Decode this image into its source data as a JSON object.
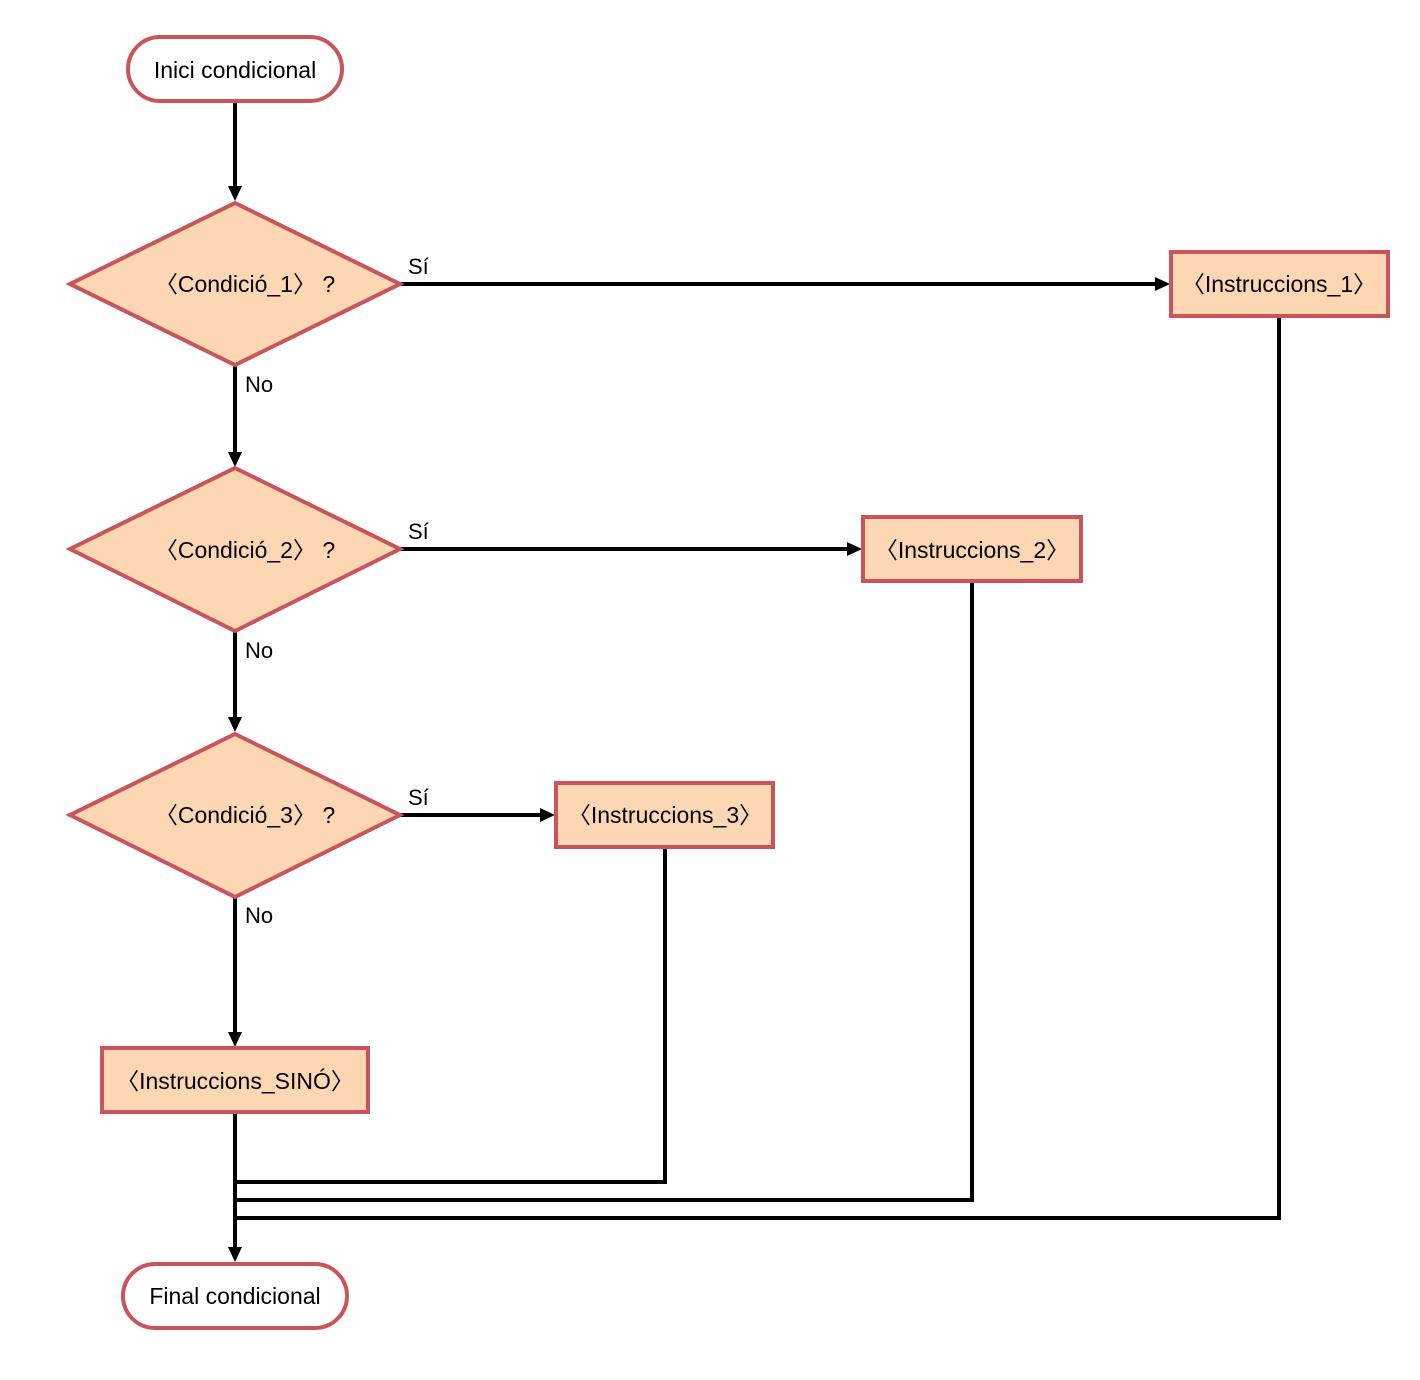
{
  "colors": {
    "node_fill": "#fdd6b4",
    "node_stroke": "#c9545a",
    "terminal_fill": "#ffffff",
    "line": "#000000"
  },
  "nodes": {
    "start": "Inici condicional",
    "cond1": "〈Condició_1〉 ?",
    "cond2": "〈Condició_2〉 ?",
    "cond3": "〈Condició_3〉 ?",
    "instr1": "〈Instruccions_1〉",
    "instr2": "〈Instruccions_2〉",
    "instr3": "〈Instruccions_3〉",
    "instr_else": "〈Instruccions_SINÓ〉",
    "end": "Final condicional"
  },
  "edges": {
    "yes_label": "Sí",
    "no_label": "No"
  }
}
